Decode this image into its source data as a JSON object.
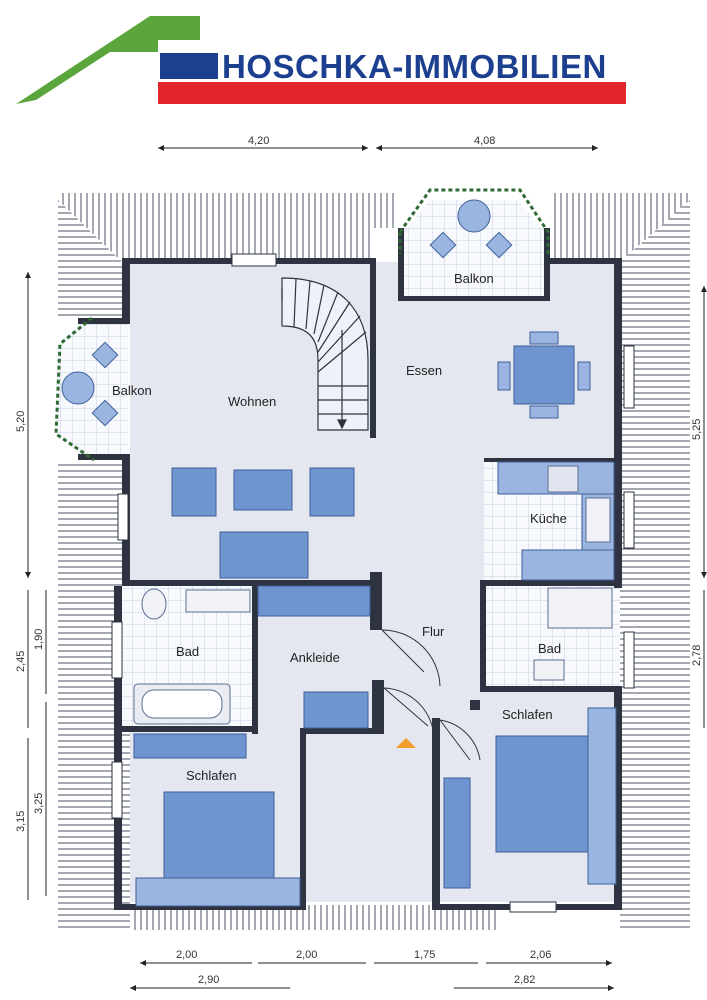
{
  "brand": {
    "name": "HOSCHKA-IMMOBILIEN",
    "colors": {
      "blue": "#1d3f8f",
      "red": "#e3262b",
      "green": "#4aa83c"
    }
  },
  "rooms": {
    "wohnen": "Wohnen",
    "essen": "Essen",
    "balkon_top": "Balkon",
    "balkon_left": "Balkon",
    "kueche": "Küche",
    "bad_left": "Bad",
    "bad_right": "Bad",
    "ankleide": "Ankleide",
    "flur": "Flur",
    "schlafen_left": "Schlafen",
    "schlafen_right": "Schlafen"
  },
  "dimensions": {
    "top": [
      "4,20",
      "4,08"
    ],
    "left_outer": [
      "5,20",
      "2,45",
      "3,15"
    ],
    "left_inner": [
      "1,90",
      "3,25"
    ],
    "right": [
      "5,25",
      "2,78"
    ],
    "bottom_upper": [
      "2,00",
      "2,00",
      "1,75",
      "2,06"
    ],
    "bottom_lower": [
      "2,90",
      "2,82"
    ]
  },
  "icons": {
    "entrance": "entrance-arrow-icon"
  }
}
